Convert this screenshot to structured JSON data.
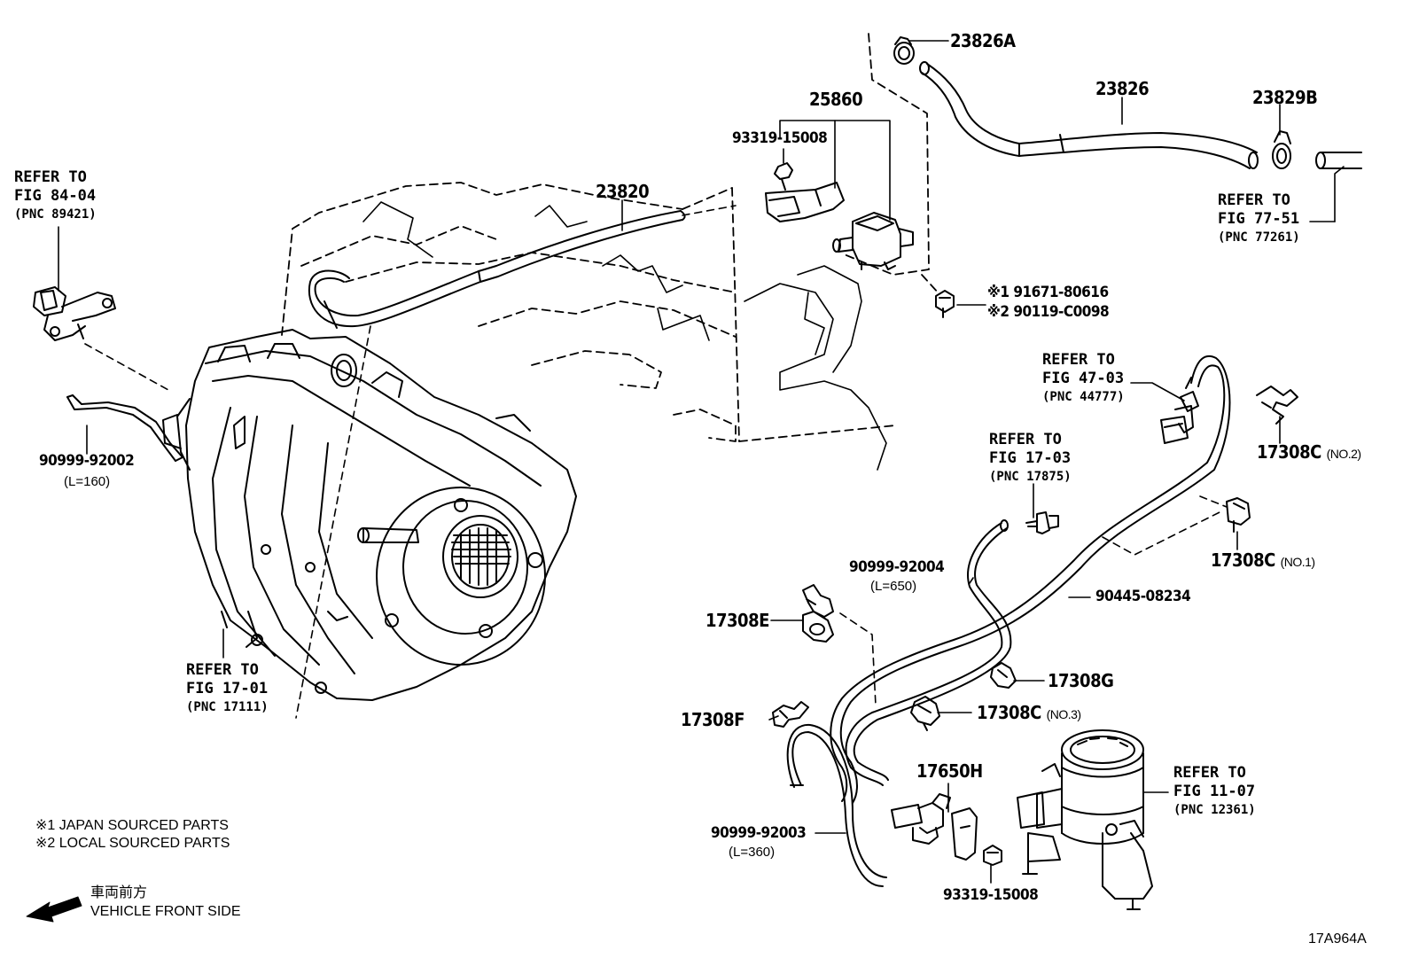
{
  "parts": {
    "p23826A": "23826A",
    "p23826": "23826",
    "p23829B": "23829B",
    "p25860": "25860",
    "p93319_top": "93319-15008",
    "p23820": "23820",
    "p91671": "※1 91671-80616",
    "p90119": "※2 90119-C0098",
    "p90999_92002": "90999-92002",
    "p90999_92002_len": "(L=160)",
    "p17308C_no2": "17308C",
    "p17308C_no2_sub": "(NO.2)",
    "p17308C_no1": "17308C",
    "p17308C_no1_sub": "(NO.1)",
    "p90999_92004": "90999-92004",
    "p90999_92004_len": "(L=650)",
    "p90445": "90445-08234",
    "p17308E": "17308E",
    "p17308G": "17308G",
    "p17308C_no3": "17308C",
    "p17308C_no3_sub": "(NO.3)",
    "p17308F": "17308F",
    "p17650H": "17650H",
    "p90999_92003": "90999-92003",
    "p90999_92003_len": "(L=360)",
    "p93319_bottom": "93319-15008"
  },
  "refs": {
    "r84_04": {
      "line1": "REFER TO",
      "line2": "FIG 84-04",
      "pnc": "(PNC 89421)"
    },
    "r77_51": {
      "line1": "REFER TO",
      "line2": "FIG 77-51",
      "pnc": "(PNC 77261)"
    },
    "r47_03": {
      "line1": "REFER TO",
      "line2": "FIG 47-03",
      "pnc": "(PNC 44777)"
    },
    "r17_03": {
      "line1": "REFER TO",
      "line2": "FIG 17-03",
      "pnc": "(PNC 17875)"
    },
    "r17_01": {
      "line1": "REFER TO",
      "line2": "FIG 17-01",
      "pnc": "(PNC 17111)"
    },
    "r11_07": {
      "line1": "REFER TO",
      "line2": "FIG 11-07",
      "pnc": "(PNC 12361)"
    }
  },
  "notes": {
    "n1": "※1  JAPAN SOURCED PARTS",
    "n2": "※2  LOCAL SOURCED PARTS"
  },
  "direction": {
    "jp": "車両前方",
    "en": "VEHICLE FRONT SIDE"
  },
  "diagram_id": "17A964A"
}
